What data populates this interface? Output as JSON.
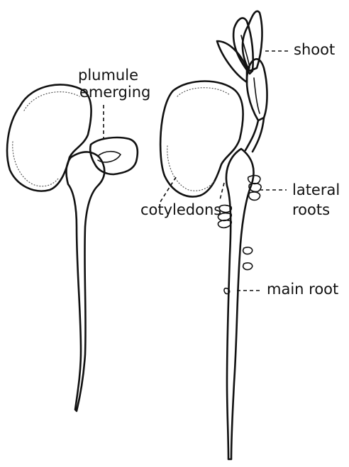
{
  "labels": {
    "plumule": "plumule",
    "emerging": "emerging",
    "shoot": "shoot",
    "cotyledons": "cotyledons",
    "lateral": "lateral",
    "roots": "roots",
    "main_root": "main root"
  }
}
